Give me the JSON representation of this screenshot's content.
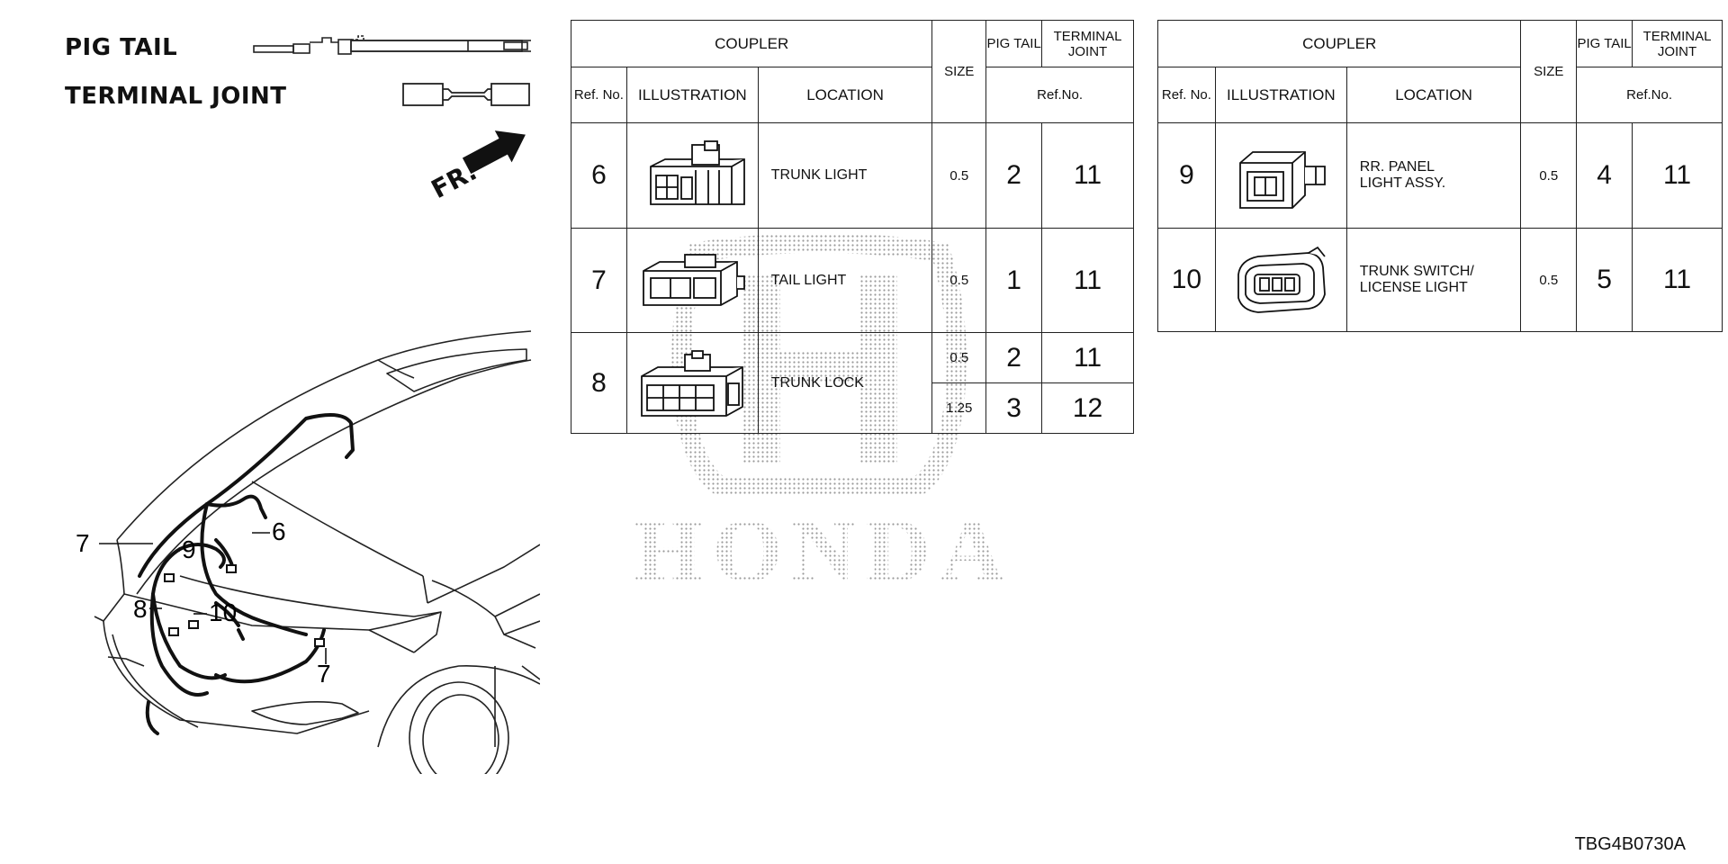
{
  "legend": {
    "pig_tail": "PIG TAIL",
    "terminal_joint": "TERMINAL JOINT"
  },
  "direction_arrow": {
    "label": "FR."
  },
  "watermark": {
    "brand": "HONDA"
  },
  "car_callouts": [
    "7",
    "9",
    "6",
    "8",
    "10",
    "7"
  ],
  "headers": {
    "coupler": "COUPLER",
    "size": "SIZE",
    "pig_tail": "PIG TAIL",
    "terminal_joint": "TERMINAL JOINT",
    "ref_no": "Ref. No.",
    "illustration": "ILLUSTRATION",
    "location": "LOCATION",
    "ref_no_short": "Ref.No."
  },
  "left_table": [
    {
      "ref": "6",
      "location": "TRUNK LIGHT",
      "size": "0.5",
      "pig_tail": "2",
      "terminal_joint": "11",
      "icon": "trunk-light-coupler-icon"
    },
    {
      "ref": "7",
      "location": "TAIL LIGHT",
      "size": "0.5",
      "pig_tail": "1",
      "terminal_joint": "11",
      "icon": "tail-light-coupler-icon"
    },
    {
      "ref": "8",
      "location": "TRUNK LOCK",
      "icon": "trunk-lock-coupler-icon",
      "sizes": [
        {
          "size": "0.5",
          "pig_tail": "2",
          "terminal_joint": "11"
        },
        {
          "size": "1.25",
          "pig_tail": "3",
          "terminal_joint": "12"
        }
      ]
    }
  ],
  "right_table": [
    {
      "ref": "9",
      "location_line1": "RR. PANEL",
      "location_line2": "LIGHT ASSY.",
      "size": "0.5",
      "pig_tail": "4",
      "terminal_joint": "11",
      "icon": "rr-panel-light-coupler-icon"
    },
    {
      "ref": "10",
      "location_line1": "TRUNK SWITCH/",
      "location_line2": "LICENSE LIGHT",
      "size": "0.5",
      "pig_tail": "5",
      "terminal_joint": "11",
      "icon": "trunk-switch-coupler-icon"
    }
  ],
  "diagram_code": "TBG4B0730A"
}
